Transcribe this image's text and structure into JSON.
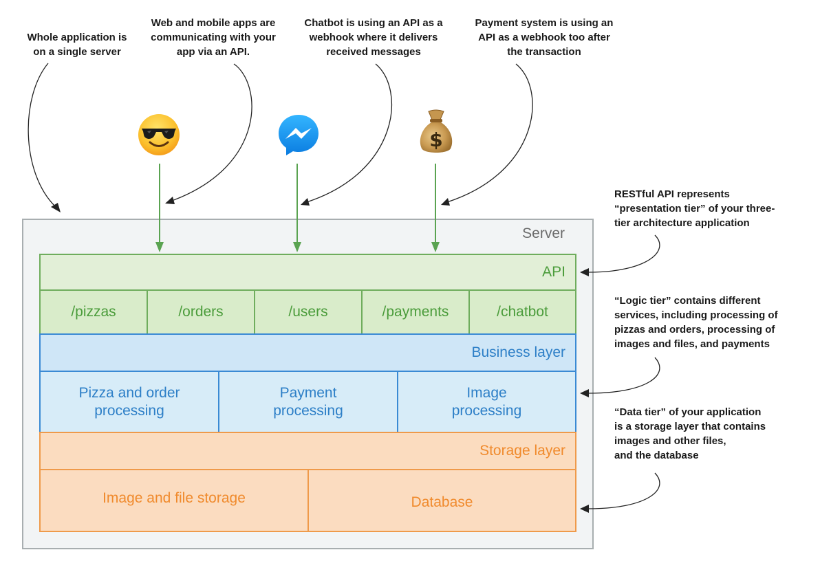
{
  "annotations": {
    "single_server": [
      "Whole application is",
      "on a single server"
    ],
    "web_mobile": [
      "Web and mobile apps are",
      "communicating with your",
      "app via an API."
    ],
    "chatbot": [
      "Chatbot is using an API as a",
      "webhook where it delivers",
      "received messages"
    ],
    "payment": [
      "Payment system is using an",
      "API as a webhook too after",
      "the transaction"
    ],
    "presentation_tier": [
      "RESTful API represents",
      "“presentation tier” of your three-",
      "tier architecture application"
    ],
    "logic_tier": [
      "“Logic tier” contains different",
      "services, including processing of",
      "pizzas and orders, processing of",
      "images and files, and payments"
    ],
    "data_tier": [
      "“Data tier” of your application",
      "is a storage layer that contains",
      "images and other files,",
      "and the database"
    ]
  },
  "server": {
    "label": "Server",
    "api": {
      "label": "API",
      "endpoints": [
        "/pizzas",
        "/orders",
        "/users",
        "/payments",
        "/chatbot"
      ]
    },
    "business": {
      "label": "Business layer",
      "services": [
        [
          "Pizza and order",
          "processing"
        ],
        [
          "Payment",
          "processing"
        ],
        [
          "Image",
          "processing"
        ]
      ]
    },
    "storage": {
      "label": "Storage layer",
      "items": [
        "Image and file storage",
        "Database"
      ]
    }
  },
  "icons": [
    "sunglasses-emoji-icon",
    "messenger-icon",
    "money-bag-icon"
  ],
  "colors": {
    "api_green": "#4b9c3b",
    "business_blue": "#2d7fc7",
    "storage_orange": "#f08a2c",
    "arrow_green": "#5aa351",
    "server_border": "#a8aeb0"
  }
}
